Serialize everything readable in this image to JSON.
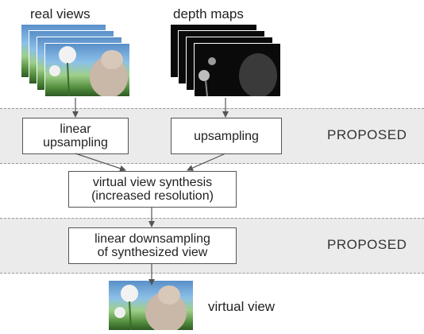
{
  "inputs": {
    "real_views_label": "real views",
    "depth_maps_label": "depth maps"
  },
  "stage1": {
    "left_box": [
      "linear",
      "upsampling"
    ],
    "right_box": "upsampling",
    "tag": "PROPOSED"
  },
  "synthesis": {
    "lines": [
      "virtual view synthesis",
      "(increased resolution)"
    ]
  },
  "stage2": {
    "box": [
      "linear downsampling",
      "of synthesized view"
    ],
    "tag": "PROPOSED"
  },
  "output": {
    "label": "virtual view"
  },
  "colors": {
    "band": "#ebebeb",
    "arrow": "#555555",
    "box_border": "#555555"
  }
}
